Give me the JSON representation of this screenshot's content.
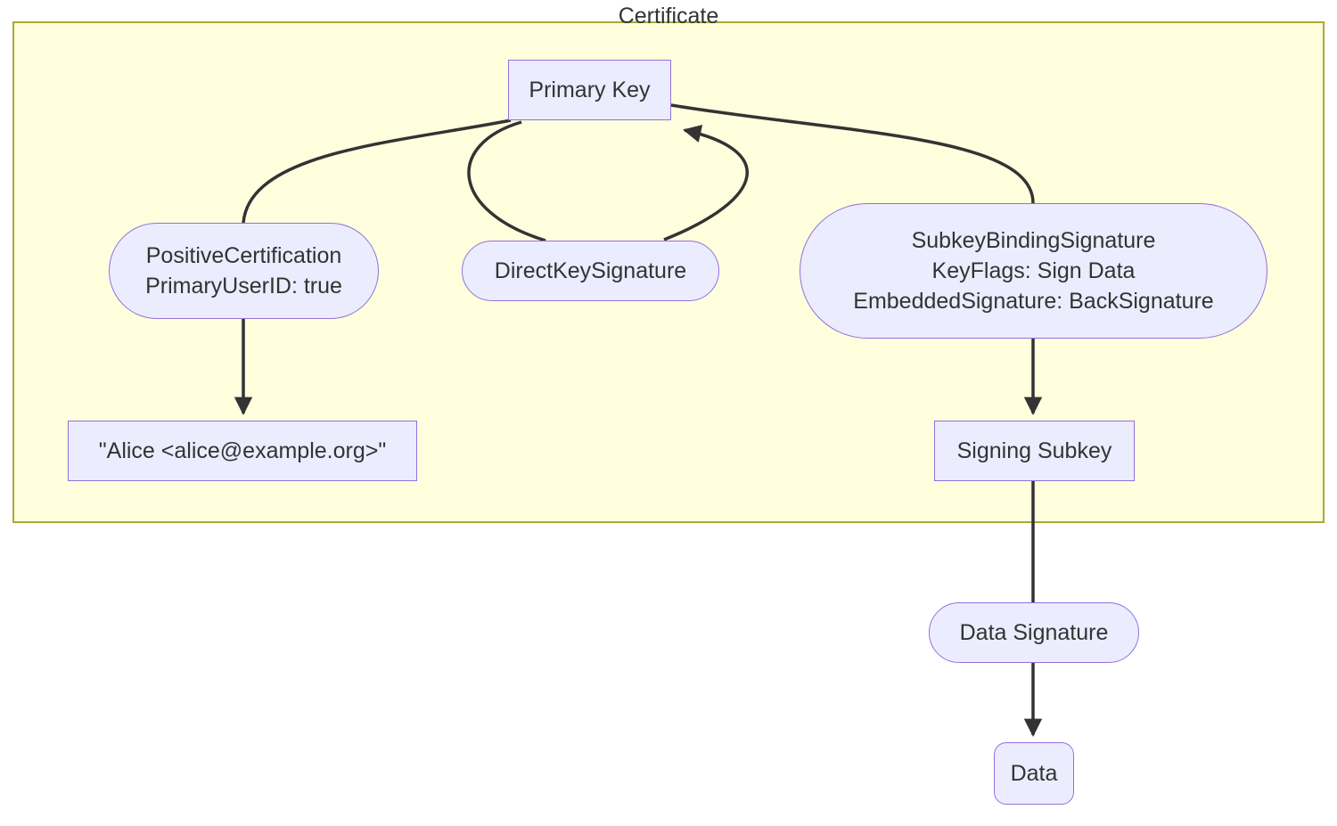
{
  "diagram": {
    "type": "flowchart",
    "cluster_label": "Certificate",
    "nodes": {
      "primary_key": {
        "label": "Primary Key",
        "shape": "rectangle",
        "inside_cluster": true
      },
      "positive_certification": {
        "lines": [
          "PositiveCertification",
          "PrimaryUserID: true"
        ],
        "shape": "stadium",
        "inside_cluster": true
      },
      "direct_key_signature": {
        "label": "DirectKeySignature",
        "shape": "stadium",
        "inside_cluster": true
      },
      "subkey_binding_signature": {
        "lines": [
          "SubkeyBindingSignature",
          "KeyFlags: Sign Data",
          "EmbeddedSignature: BackSignature"
        ],
        "shape": "stadium",
        "inside_cluster": true
      },
      "user_id": {
        "label": "\"Alice <alice@example.org>\"",
        "shape": "rectangle",
        "inside_cluster": true
      },
      "signing_subkey": {
        "label": "Signing Subkey",
        "shape": "rectangle",
        "inside_cluster": true
      },
      "data_signature": {
        "label": "Data Signature",
        "shape": "stadium",
        "inside_cluster": false
      },
      "data": {
        "label": "Data",
        "shape": "rounded-rectangle",
        "inside_cluster": false
      }
    },
    "edges": [
      {
        "from": "primary_key",
        "to": "positive_certification",
        "arrow": false
      },
      {
        "from": "primary_key",
        "to": "direct_key_signature",
        "arrow": false
      },
      {
        "from": "direct_key_signature",
        "to": "primary_key",
        "arrow": true
      },
      {
        "from": "primary_key",
        "to": "subkey_binding_signature",
        "arrow": false
      },
      {
        "from": "positive_certification",
        "to": "user_id",
        "arrow": true
      },
      {
        "from": "subkey_binding_signature",
        "to": "signing_subkey",
        "arrow": true
      },
      {
        "from": "signing_subkey",
        "to": "data_signature",
        "arrow": false
      },
      {
        "from": "data_signature",
        "to": "data",
        "arrow": true
      }
    ],
    "colors": {
      "cluster_fill": "#ffffde",
      "cluster_border": "#aaaa33",
      "node_fill": "#ececff",
      "node_border": "#9370db",
      "edge": "#333333",
      "text": "#333333",
      "background": "#ffffff"
    }
  }
}
